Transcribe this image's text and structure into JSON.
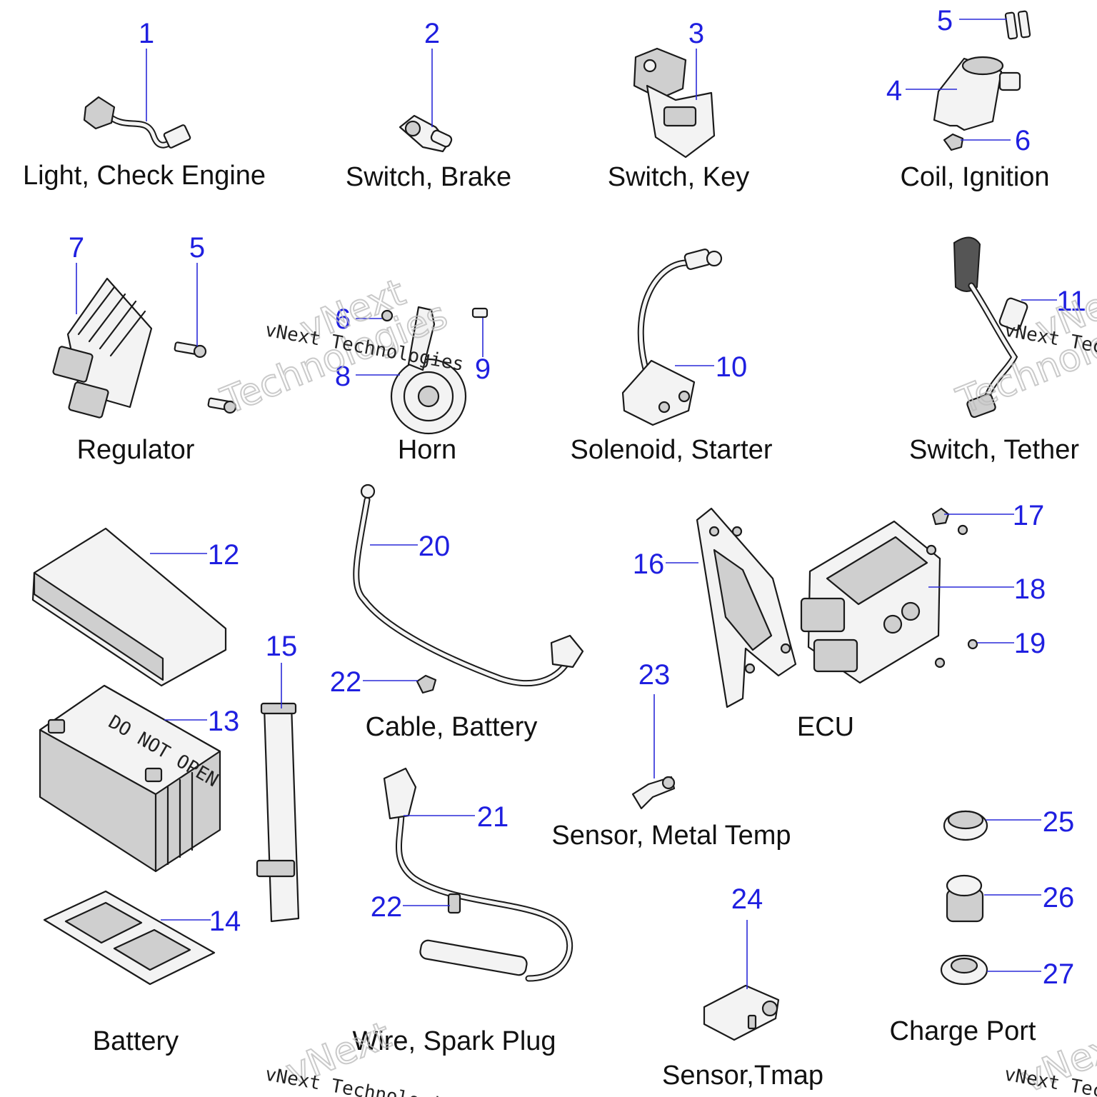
{
  "captions": {
    "check_engine_light": "Light, Check Engine",
    "brake_switch": "Switch, Brake",
    "key_switch": "Switch, Key",
    "ignition_coil": "Coil, Ignition",
    "regulator": "Regulator",
    "horn": "Horn",
    "starter_solenoid": "Solenoid, Starter",
    "tether_switch": "Switch, Tether",
    "battery_cable": "Cable, Battery",
    "ecu": "ECU",
    "metal_temp_sensor": "Sensor, Metal Temp",
    "battery": "Battery",
    "spark_plug_wire": "Wire, Spark Plug",
    "tmap_sensor": "Sensor,Tmap",
    "charge_port": "Charge Port"
  },
  "callouts": {
    "n1": "1",
    "n2": "2",
    "n3": "3",
    "n4": "4",
    "n5_coil": "5",
    "n6_coil": "6",
    "n7": "7",
    "n5_reg": "5",
    "n6_horn": "6",
    "n8": "8",
    "n9": "9",
    "n10": "10",
    "n11": "11",
    "n12": "12",
    "n13": "13",
    "n14": "14",
    "n15": "15",
    "n16": "16",
    "n17": "17",
    "n18": "18",
    "n19": "19",
    "n20": "20",
    "n21": "21",
    "n22_cable": "22",
    "n22_wire": "22",
    "n23": "23",
    "n24": "24",
    "n25": "25",
    "n26": "26",
    "n27": "27"
  },
  "battery_label": "DO NOT OPEN",
  "watermark": {
    "brand": "vNext",
    "word": "Technologies",
    "line": "vNext Technologies"
  }
}
